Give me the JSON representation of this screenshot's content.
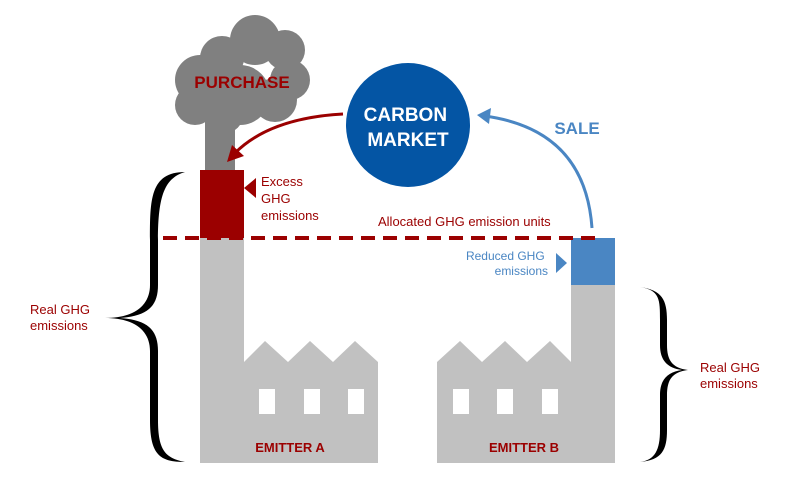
{
  "labels": {
    "purchase": "PURCHASE",
    "market_line1": "CARBON",
    "market_line2": "MARKET",
    "sale": "SALE",
    "excess": [
      "Excess",
      "GHG",
      "emissions"
    ],
    "allocated": "Allocated GHG emission units",
    "reduced": [
      "Reduced GHG",
      "emissions"
    ],
    "real_left": [
      "Real GHG",
      "emissions"
    ],
    "real_right": [
      "Real GHG",
      "emissions"
    ],
    "emitter_a": "EMITTER A",
    "emitter_b": "EMITTER B"
  },
  "colors": {
    "red": "#9b0000",
    "blue": "#4a86c3",
    "market": "#0455a4",
    "factory": "#c1c1c1",
    "smoke": "#808080"
  }
}
